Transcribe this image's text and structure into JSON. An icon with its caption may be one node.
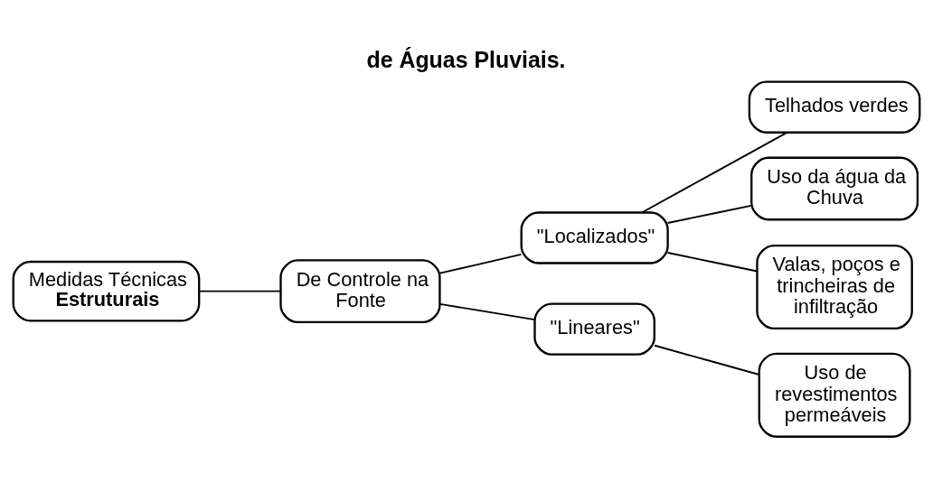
{
  "diagram": {
    "title": "de Águas Pluviais.",
    "nodes": [
      {
        "text": [
          "Medidas Técnicas",
          "Estruturais"
        ]
      },
      {
        "text": [
          "De Controle na Fonte"
        ]
      },
      {
        "text": [
          "\"Localizados\""
        ]
      },
      {
        "text": [
          "\"Lineares\""
        ]
      },
      {
        "text": [
          "Telhados verdes"
        ]
      },
      {
        "text": [
          "Uso da água da Chuva"
        ]
      },
      {
        "text": [
          "Valas, poços e trincheiras de infiltração"
        ]
      },
      {
        "text": [
          "Uso de revestimentos permeáveis"
        ]
      }
    ],
    "edges": [
      {
        "from": 0,
        "to": 1,
        "arrow": "none"
      },
      {
        "from": 1,
        "to": 2,
        "arrow": "none"
      },
      {
        "from": 1,
        "to": 3,
        "arrow": "none"
      },
      {
        "from": 2,
        "to": 4,
        "arrow": "none"
      },
      {
        "from": 2,
        "to": 5,
        "arrow": "none"
      },
      {
        "from": 2,
        "to": 6,
        "arrow": "none"
      },
      {
        "from": 3,
        "to": 7,
        "arrow": "none"
      }
    ]
  }
}
